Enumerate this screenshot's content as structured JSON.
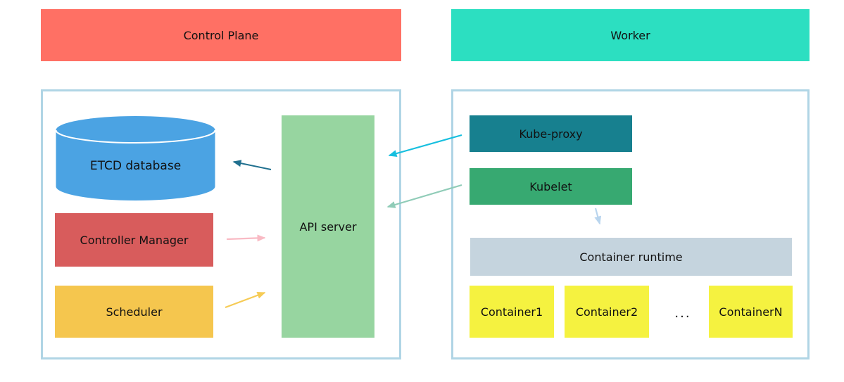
{
  "control_plane_header": {
    "label": "Control Plane",
    "color": "#ff7064"
  },
  "worker_header": {
    "label": "Worker",
    "color": "#2cdfc1"
  },
  "control_plane": {
    "etcd_database": {
      "label": "ETCD database",
      "color": "#4ba3e3"
    },
    "controller_manager": {
      "label": "Controller Manager",
      "color": "#d85c5c"
    },
    "scheduler": {
      "label": "Scheduler",
      "color": "#f5c64e"
    },
    "api_server": {
      "label": "API server",
      "color": "#97d5a0"
    }
  },
  "worker": {
    "kube_proxy": {
      "label": "Kube-proxy",
      "color": "#17808f"
    },
    "kubelet": {
      "label": "Kubelet",
      "color": "#37a971"
    },
    "container_runtime": {
      "label": "Container runtime",
      "color": "#c5d4de"
    },
    "container_color": "#f5f240",
    "containers": [
      {
        "label": "Container1"
      },
      {
        "label": "Container2"
      },
      {
        "label": "ContainerN"
      }
    ],
    "containers_ellipsis": "..."
  },
  "edges": [
    {
      "name": "api-server-to-etcd-database",
      "from": "api_server",
      "to": "etcd_database",
      "color": "#20708f"
    },
    {
      "name": "controller-manager-to-api-server",
      "from": "controller_manager",
      "to": "api_server",
      "color": "#f9bac4"
    },
    {
      "name": "scheduler-to-api-server",
      "from": "scheduler",
      "to": "api_server",
      "color": "#f6cb55"
    },
    {
      "name": "kube-proxy-to-api-server",
      "from": "kube_proxy",
      "to": "api_server",
      "color": "#16bfdf"
    },
    {
      "name": "kubelet-to-api-server",
      "from": "kubelet",
      "to": "api_server",
      "color": "#90ccb8"
    },
    {
      "name": "kubelet-to-container-runtime",
      "from": "kubelet",
      "to": "container_runtime",
      "color": "#b9d5ee"
    }
  ],
  "panel_border_color": "#b0d5e5"
}
